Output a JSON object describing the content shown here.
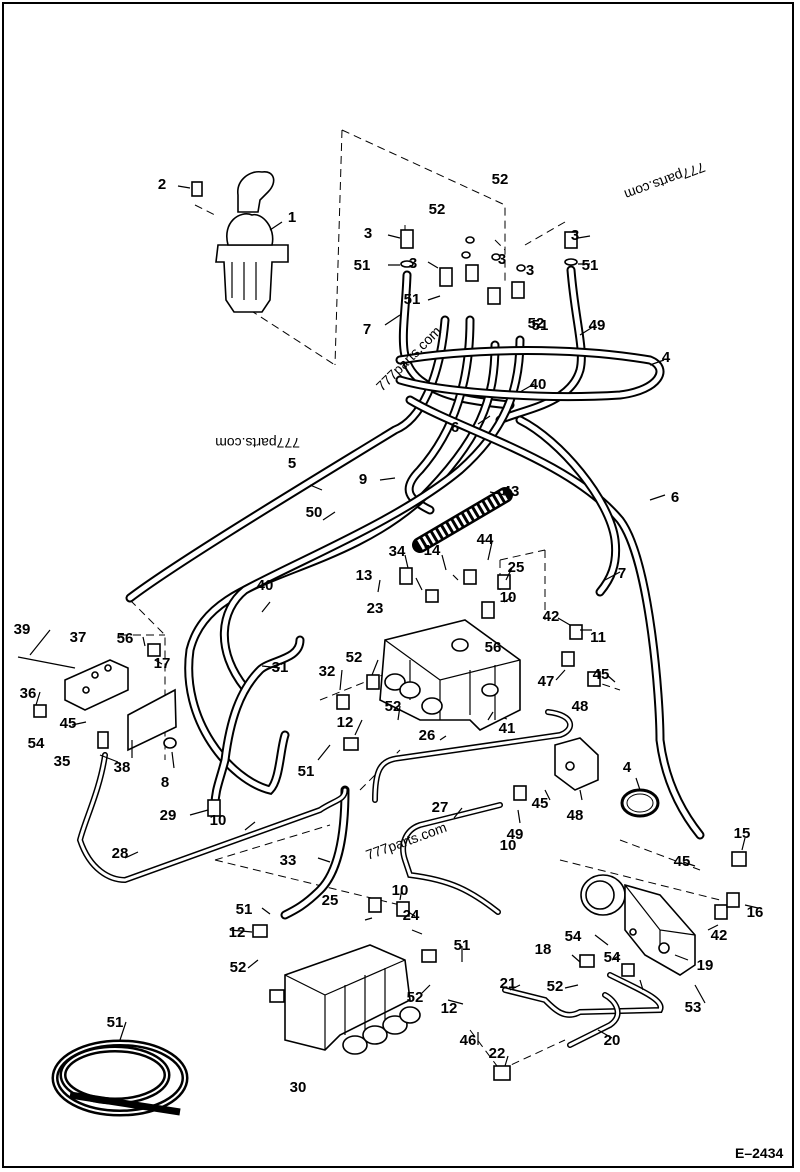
{
  "diagram": {
    "drawing_code": "E–2434",
    "watermarks": [
      "777parts.com",
      "777parts.com",
      "777parts.com",
      "777parts.com"
    ],
    "callouts": [
      "1",
      "2",
      "3",
      "3",
      "3",
      "3",
      "3",
      "4",
      "4",
      "5",
      "6",
      "6",
      "7",
      "7",
      "8",
      "9",
      "10",
      "10",
      "10",
      "10",
      "11",
      "12",
      "12",
      "12",
      "13",
      "14",
      "15",
      "16",
      "17",
      "18",
      "19",
      "20",
      "21",
      "22",
      "23",
      "24",
      "25",
      "25",
      "26",
      "27",
      "28",
      "29",
      "30",
      "31",
      "32",
      "33",
      "34",
      "35",
      "36",
      "37",
      "38",
      "39",
      "40",
      "40",
      "41",
      "42",
      "42",
      "43",
      "44",
      "45",
      "45",
      "45",
      "45",
      "46",
      "47",
      "48",
      "48",
      "49",
      "49",
      "50",
      "51",
      "51",
      "51",
      "51",
      "51",
      "51",
      "51",
      "51",
      "52",
      "52",
      "52",
      "52",
      "52",
      "52",
      "52",
      "52",
      "53",
      "54",
      "54",
      "54",
      "56",
      "56"
    ]
  }
}
